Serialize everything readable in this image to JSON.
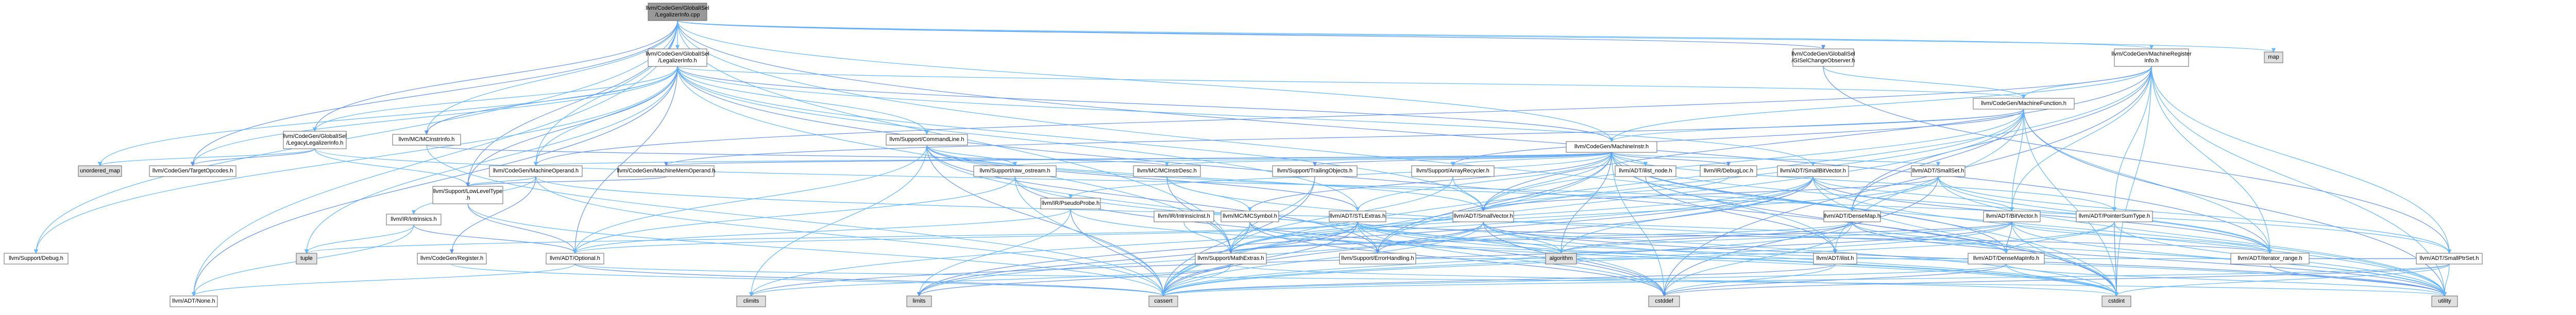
{
  "graph": {
    "colors": {
      "root_fill": "#999999",
      "node_fill": "#ffffff",
      "system_fill": "#e0e0e0",
      "node_border": "#666666",
      "label_normal": "#000000",
      "label_linked": "#cc0000",
      "edge_primary": "#63b8ff",
      "edge_secondary": "#6495ed"
    },
    "nodes": [
      {
        "id": "root",
        "lines": [
          "llvm/CodeGen/GlobalISel",
          "/LegalizerInfo.cpp"
        ],
        "kind": "root"
      },
      {
        "id": "legalizerinfo_h",
        "lines": [
          "llvm/CodeGen/GlobalISel",
          "/LegalizerInfo.h"
        ],
        "kind": "normal"
      },
      {
        "id": "gisel_change",
        "lines": [
          "llvm/CodeGen/GlobalISel",
          "/GISelChangeObserver.h"
        ],
        "kind": "normal"
      },
      {
        "id": "mri_h",
        "lines": [
          "llvm/CodeGen/MachineRegister",
          "Info.h"
        ],
        "kind": "link"
      },
      {
        "id": "map",
        "lines": [
          "map"
        ],
        "kind": "system"
      },
      {
        "id": "legacy_legalizer",
        "lines": [
          "llvm/CodeGen/GlobalISel",
          "/LegacyLegalizerInfo.h"
        ],
        "kind": "normal"
      },
      {
        "id": "mcinstrinfo",
        "lines": [
          "llvm/MC/MCInstrInfo.h"
        ],
        "kind": "normal"
      },
      {
        "id": "commandline",
        "lines": [
          "llvm/Support/CommandLine.h"
        ],
        "kind": "link"
      },
      {
        "id": "machinefunction",
        "lines": [
          "llvm/CodeGen/MachineFunction.h"
        ],
        "kind": "link"
      },
      {
        "id": "machineinstr",
        "lines": [
          "llvm/CodeGen/MachineInstr.h"
        ],
        "kind": "link"
      },
      {
        "id": "unordered_map",
        "lines": [
          "unordered_map"
        ],
        "kind": "system"
      },
      {
        "id": "targetopcodes",
        "lines": [
          "llvm/CodeGen/TargetOpcodes.h"
        ],
        "kind": "link"
      },
      {
        "id": "machineoperand",
        "lines": [
          "llvm/CodeGen/MachineOperand.h"
        ],
        "kind": "link"
      },
      {
        "id": "machinememoperand",
        "lines": [
          "llvm/CodeGen/MachineMemOperand.h"
        ],
        "kind": "link"
      },
      {
        "id": "raw_ostream",
        "lines": [
          "llvm/Support/raw_ostream.h"
        ],
        "kind": "link"
      },
      {
        "id": "mcinstrdesc",
        "lines": [
          "llvm/MC/MCInstrDesc.h"
        ],
        "kind": "link"
      },
      {
        "id": "trailingobjects",
        "lines": [
          "llvm/Support/TrailingObjects.h"
        ],
        "kind": "link"
      },
      {
        "id": "arrayrecycler",
        "lines": [
          "llvm/Support/ArrayRecycler.h"
        ],
        "kind": "link"
      },
      {
        "id": "ilist_node",
        "lines": [
          "llvm/ADT/ilist_node.h"
        ],
        "kind": "link"
      },
      {
        "id": "debugloc",
        "lines": [
          "llvm/IR/DebugLoc.h"
        ],
        "kind": "link"
      },
      {
        "id": "smallbitvector",
        "lines": [
          "llvm/ADT/SmallBitVector.h"
        ],
        "kind": "normal"
      },
      {
        "id": "smallset",
        "lines": [
          "llvm/ADT/SmallSet.h"
        ],
        "kind": "link"
      },
      {
        "id": "lowleveltype",
        "lines": [
          "llvm/Support/LowLevelType",
          ".h"
        ],
        "kind": "link"
      },
      {
        "id": "ir_intrinsics",
        "lines": [
          "llvm/IR/Intrinsics.h"
        ],
        "kind": "link"
      },
      {
        "id": "pseudoprobe",
        "lines": [
          "llvm/IR/PseudoProbe.h"
        ],
        "kind": "normal"
      },
      {
        "id": "mcsymbol",
        "lines": [
          "llvm/MC/MCSymbol.h"
        ],
        "kind": "link"
      },
      {
        "id": "stlextras",
        "lines": [
          "llvm/ADT/STLExtras.h"
        ],
        "kind": "link"
      },
      {
        "id": "smallvector",
        "lines": [
          "llvm/ADT/SmallVector.h"
        ],
        "kind": "link"
      },
      {
        "id": "densemap",
        "lines": [
          "llvm/ADT/DenseMap.h"
        ],
        "kind": "link"
      },
      {
        "id": "intrinsicinst",
        "lines": [
          "llvm/IR/IntrinsicInst.h"
        ],
        "kind": "link"
      },
      {
        "id": "bitvector",
        "lines": [
          "llvm/ADT/BitVector.h"
        ],
        "kind": "link"
      },
      {
        "id": "pointersumtype",
        "lines": [
          "llvm/ADT/PointerSumType.h"
        ],
        "kind": "link"
      },
      {
        "id": "support_debug",
        "lines": [
          "llvm/Support/Debug.h"
        ],
        "kind": "normal"
      },
      {
        "id": "tuple",
        "lines": [
          "tuple"
        ],
        "kind": "system"
      },
      {
        "id": "codegen_register",
        "lines": [
          "llvm/CodeGen/Register.h"
        ],
        "kind": "link"
      },
      {
        "id": "adt_optional",
        "lines": [
          "llvm/ADT/Optional.h"
        ],
        "kind": "link"
      },
      {
        "id": "mathextras",
        "lines": [
          "llvm/Support/MathExtras.h"
        ],
        "kind": "link"
      },
      {
        "id": "errorhandling",
        "lines": [
          "llvm/Support/ErrorHandling.h"
        ],
        "kind": "link"
      },
      {
        "id": "algorithm",
        "lines": [
          "algorithm"
        ],
        "kind": "system"
      },
      {
        "id": "adt_ilist",
        "lines": [
          "llvm/ADT/ilist.h"
        ],
        "kind": "link"
      },
      {
        "id": "densemapinfo",
        "lines": [
          "llvm/ADT/DenseMapInfo.h"
        ],
        "kind": "link"
      },
      {
        "id": "iterator_range",
        "lines": [
          "llvm/ADT/iterator_range.h"
        ],
        "kind": "normal"
      },
      {
        "id": "smallptrset",
        "lines": [
          "llvm/ADT/SmallPtrSet.h"
        ],
        "kind": "link"
      },
      {
        "id": "adt_none",
        "lines": [
          "llvm/ADT/None.h"
        ],
        "kind": "normal"
      },
      {
        "id": "climits",
        "lines": [
          "climits"
        ],
        "kind": "system"
      },
      {
        "id": "limits",
        "lines": [
          "limits"
        ],
        "kind": "system"
      },
      {
        "id": "cassert",
        "lines": [
          "cassert"
        ],
        "kind": "system"
      },
      {
        "id": "cstddef",
        "lines": [
          "cstddef"
        ],
        "kind": "system"
      },
      {
        "id": "cstdint",
        "lines": [
          "cstdint"
        ],
        "kind": "system"
      },
      {
        "id": "utility",
        "lines": [
          "utility"
        ],
        "kind": "system"
      }
    ],
    "edges": [
      [
        "root",
        "legalizerinfo_h"
      ],
      [
        "root",
        "gisel_change"
      ],
      [
        "root",
        "mri_h"
      ],
      [
        "root",
        "map"
      ],
      [
        "root",
        "legacy_legalizer"
      ],
      [
        "root",
        "mcinstrinfo"
      ],
      [
        "root",
        "support_debug"
      ],
      [
        "root",
        "targetopcodes"
      ],
      [
        "root",
        "machineinstr"
      ],
      [
        "root",
        "machineoperand"
      ],
      [
        "root",
        "lowleveltype"
      ],
      [
        "root",
        "mathextras"
      ],
      [
        "root",
        "adt_none"
      ],
      [
        "root",
        "iterator_range"
      ],
      [
        "root",
        "cstdint"
      ],
      [
        "legalizerinfo_h",
        "legacy_legalizer"
      ],
      [
        "legalizerinfo_h",
        "mcinstrinfo"
      ],
      [
        "legalizerinfo_h",
        "commandline"
      ],
      [
        "legalizerinfo_h",
        "machinefunction"
      ],
      [
        "legalizerinfo_h",
        "machineinstr"
      ],
      [
        "legalizerinfo_h",
        "targetopcodes"
      ],
      [
        "legalizerinfo_h",
        "machineoperand"
      ],
      [
        "legalizerinfo_h",
        "lowleveltype"
      ],
      [
        "legalizerinfo_h",
        "smallbitvector"
      ],
      [
        "legalizerinfo_h",
        "smallvector"
      ],
      [
        "legalizerinfo_h",
        "adt_optional"
      ],
      [
        "legalizerinfo_h",
        "mathextras"
      ],
      [
        "legalizerinfo_h",
        "support_debug"
      ],
      [
        "legalizerinfo_h",
        "cstdint"
      ],
      [
        "legalizerinfo_h",
        "tuple"
      ],
      [
        "legalizerinfo_h",
        "unordered_map"
      ],
      [
        "legalizerinfo_h",
        "adt_none"
      ],
      [
        "legalizerinfo_h",
        "stlextras"
      ],
      [
        "gisel_change",
        "machinefunction"
      ],
      [
        "gisel_change",
        "smallptrset"
      ],
      [
        "mri_h",
        "machinefunction"
      ],
      [
        "mri_h",
        "machineinstr"
      ],
      [
        "mri_h",
        "machineoperand"
      ],
      [
        "mri_h",
        "bitvector"
      ],
      [
        "mri_h",
        "iterator_range"
      ],
      [
        "mri_h",
        "smallvector"
      ],
      [
        "mri_h",
        "smallptrset"
      ],
      [
        "mri_h",
        "cassert"
      ],
      [
        "mri_h",
        "cstddef"
      ],
      [
        "mri_h",
        "cstdint"
      ],
      [
        "mri_h",
        "utility"
      ],
      [
        "mri_h",
        "densemap"
      ],
      [
        "mri_h",
        "pointersumtype"
      ],
      [
        "legacy_legalizer",
        "unordered_map"
      ],
      [
        "legacy_legalizer",
        "targetopcodes"
      ],
      [
        "legacy_legalizer",
        "lowleveltype"
      ],
      [
        "legacy_legalizer",
        "densemap"
      ],
      [
        "mcinstrinfo",
        "mcinstrdesc"
      ],
      [
        "mcinstrinfo",
        "cassert"
      ],
      [
        "commandline",
        "raw_ostream"
      ],
      [
        "commandline",
        "stlextras"
      ],
      [
        "commandline",
        "smallvector"
      ],
      [
        "commandline",
        "smallptrset"
      ],
      [
        "commandline",
        "errorhandling"
      ],
      [
        "commandline",
        "adt_optional"
      ],
      [
        "commandline",
        "climits"
      ],
      [
        "commandline",
        "cassert"
      ],
      [
        "commandline",
        "cstddef"
      ],
      [
        "machinefunction",
        "machineinstr"
      ],
      [
        "machinefunction",
        "machinememoperand"
      ],
      [
        "machinefunction",
        "bitvector"
      ],
      [
        "machinefunction",
        "smallvector"
      ],
      [
        "machinefunction",
        "densemap"
      ],
      [
        "machinefunction",
        "iterator_range"
      ],
      [
        "machinefunction",
        "adt_ilist"
      ],
      [
        "machinefunction",
        "arrayrecycler"
      ],
      [
        "machinefunction",
        "cassert"
      ],
      [
        "machinefunction",
        "cstdint"
      ],
      [
        "machinefunction",
        "utility"
      ],
      [
        "machinefunction",
        "errorhandling"
      ],
      [
        "machineinstr",
        "machineoperand"
      ],
      [
        "machineinstr",
        "machinememoperand"
      ],
      [
        "machineinstr",
        "raw_ostream"
      ],
      [
        "machineinstr",
        "mcinstrdesc"
      ],
      [
        "machineinstr",
        "trailingobjects"
      ],
      [
        "machineinstr",
        "arrayrecycler"
      ],
      [
        "machineinstr",
        "ilist_node"
      ],
      [
        "machineinstr",
        "debugloc"
      ],
      [
        "machineinstr",
        "smallset"
      ],
      [
        "machineinstr",
        "pseudoprobe"
      ],
      [
        "machineinstr",
        "mcsymbol"
      ],
      [
        "machineinstr",
        "stlextras"
      ],
      [
        "machineinstr",
        "smallvector"
      ],
      [
        "machineinstr",
        "densemapinfo"
      ],
      [
        "machineinstr",
        "pointersumtype"
      ],
      [
        "machineinstr",
        "iterator_range"
      ],
      [
        "machineinstr",
        "algorithm"
      ],
      [
        "machineinstr",
        "cassert"
      ],
      [
        "machineinstr",
        "cstddef"
      ],
      [
        "machineinstr",
        "cstdint"
      ],
      [
        "machineinstr",
        "utility"
      ],
      [
        "machineinstr",
        "adt_ilist"
      ],
      [
        "machineinstr",
        "errorhandling"
      ],
      [
        "machineoperand",
        "lowleveltype"
      ],
      [
        "machineoperand",
        "ir_intrinsics"
      ],
      [
        "machineoperand",
        "codegen_register"
      ],
      [
        "machineoperand",
        "densemapinfo"
      ],
      [
        "machineoperand",
        "cassert"
      ],
      [
        "machinememoperand",
        "lowleveltype"
      ],
      [
        "raw_ostream",
        "adt_optional"
      ],
      [
        "raw_ostream",
        "cassert"
      ],
      [
        "raw_ostream",
        "cstddef"
      ],
      [
        "raw_ostream",
        "cstdint"
      ],
      [
        "mcinstrdesc",
        "mcsymbol"
      ],
      [
        "mcinstrdesc",
        "mathextras"
      ],
      [
        "mcinstrdesc",
        "utility"
      ],
      [
        "trailingobjects",
        "mathextras"
      ],
      [
        "trailingobjects",
        "cassert"
      ],
      [
        "arrayrecycler",
        "smallvector"
      ],
      [
        "arrayrecycler",
        "mathextras"
      ],
      [
        "ilist_node",
        "adt_ilist"
      ],
      [
        "debugloc",
        "smallvector"
      ],
      [
        "smallbitvector",
        "bitvector"
      ],
      [
        "smallbitvector",
        "iterator_range"
      ],
      [
        "smallbitvector",
        "mathextras"
      ],
      [
        "smallbitvector",
        "algorithm"
      ],
      [
        "smallbitvector",
        "cassert"
      ],
      [
        "smallbitvector",
        "climits"
      ],
      [
        "smallbitvector",
        "cstdint"
      ],
      [
        "smallbitvector",
        "limits"
      ],
      [
        "smallbitvector",
        "utility"
      ],
      [
        "smallset",
        "smallptrset"
      ],
      [
        "smallset",
        "smallvector"
      ],
      [
        "smallset",
        "iterator_range"
      ],
      [
        "smallset",
        "mathextras"
      ],
      [
        "smallset",
        "cstddef"
      ],
      [
        "smallset",
        "utility"
      ],
      [
        "smallset",
        "densemap"
      ],
      [
        "lowleveltype",
        "adt_optional"
      ],
      [
        "lowleveltype",
        "cassert"
      ],
      [
        "ir_intrinsics",
        "adt_none"
      ],
      [
        "ir_intrinsics",
        "adt_optional"
      ],
      [
        "ir_intrinsics",
        "tuple"
      ],
      [
        "pseudoprobe",
        "adt_optional"
      ],
      [
        "pseudoprobe",
        "cassert"
      ],
      [
        "pseudoprobe",
        "cstdint"
      ],
      [
        "pseudoprobe",
        "limits"
      ],
      [
        "mcsymbol",
        "errorhandling"
      ],
      [
        "mcsymbol",
        "mathextras"
      ],
      [
        "mcsymbol",
        "cassert"
      ],
      [
        "mcsymbol",
        "cstddef"
      ],
      [
        "mcsymbol",
        "cstdint"
      ],
      [
        "stlextras",
        "adt_optional"
      ],
      [
        "stlextras",
        "iterator_range"
      ],
      [
        "stlextras",
        "errorhandling"
      ],
      [
        "stlextras",
        "algorithm"
      ],
      [
        "stlextras",
        "cassert"
      ],
      [
        "stlextras",
        "cstddef"
      ],
      [
        "stlextras",
        "cstdint"
      ],
      [
        "stlextras",
        "limits"
      ],
      [
        "stlextras",
        "tuple"
      ],
      [
        "stlextras",
        "utility"
      ],
      [
        "smallvector",
        "errorhandling"
      ],
      [
        "smallvector",
        "algorithm"
      ],
      [
        "smallvector",
        "cassert"
      ],
      [
        "smallvector",
        "cstddef"
      ],
      [
        "smallvector",
        "cstdint"
      ],
      [
        "smallvector",
        "limits"
      ],
      [
        "smallvector",
        "utility"
      ],
      [
        "densemap",
        "densemapinfo"
      ],
      [
        "densemap",
        "mathextras"
      ],
      [
        "densemap",
        "algorithm"
      ],
      [
        "densemap",
        "cassert"
      ],
      [
        "densemap",
        "cstddef"
      ],
      [
        "densemap",
        "utility"
      ],
      [
        "intrinsicinst",
        "mathextras"
      ],
      [
        "bitvector",
        "iterator_range"
      ],
      [
        "bitvector",
        "mathextras"
      ],
      [
        "bitvector",
        "algorithm"
      ],
      [
        "bitvector",
        "cassert"
      ],
      [
        "bitvector",
        "climits"
      ],
      [
        "bitvector",
        "cstdint"
      ],
      [
        "bitvector",
        "utility"
      ],
      [
        "bitvector",
        "densemapinfo"
      ],
      [
        "pointersumtype",
        "densemapinfo"
      ],
      [
        "pointersumtype",
        "cassert"
      ],
      [
        "pointersumtype",
        "cstdint"
      ],
      [
        "pointersumtype",
        "utility"
      ],
      [
        "adt_optional",
        "adt_none"
      ],
      [
        "adt_optional",
        "cassert"
      ],
      [
        "adt_optional",
        "utility"
      ],
      [
        "mathextras",
        "climits"
      ],
      [
        "mathextras",
        "limits"
      ],
      [
        "mathextras",
        "cassert"
      ],
      [
        "mathextras",
        "cstdint"
      ],
      [
        "adt_ilist",
        "cassert"
      ],
      [
        "adt_ilist",
        "cstddef"
      ],
      [
        "densemapinfo",
        "cassert"
      ],
      [
        "densemapinfo",
        "cstddef"
      ],
      [
        "densemapinfo",
        "cstdint"
      ],
      [
        "densemapinfo",
        "utility"
      ],
      [
        "iterator_range",
        "utility"
      ],
      [
        "smallptrset",
        "errorhandling"
      ],
      [
        "smallptrset",
        "cassert"
      ],
      [
        "smallptrset",
        "cstddef"
      ],
      [
        "smallptrset",
        "cstdint"
      ],
      [
        "smallptrset",
        "utility"
      ],
      [
        "smallptrset",
        "iterator_range"
      ],
      [
        "codegen_register",
        "cassert"
      ]
    ]
  }
}
